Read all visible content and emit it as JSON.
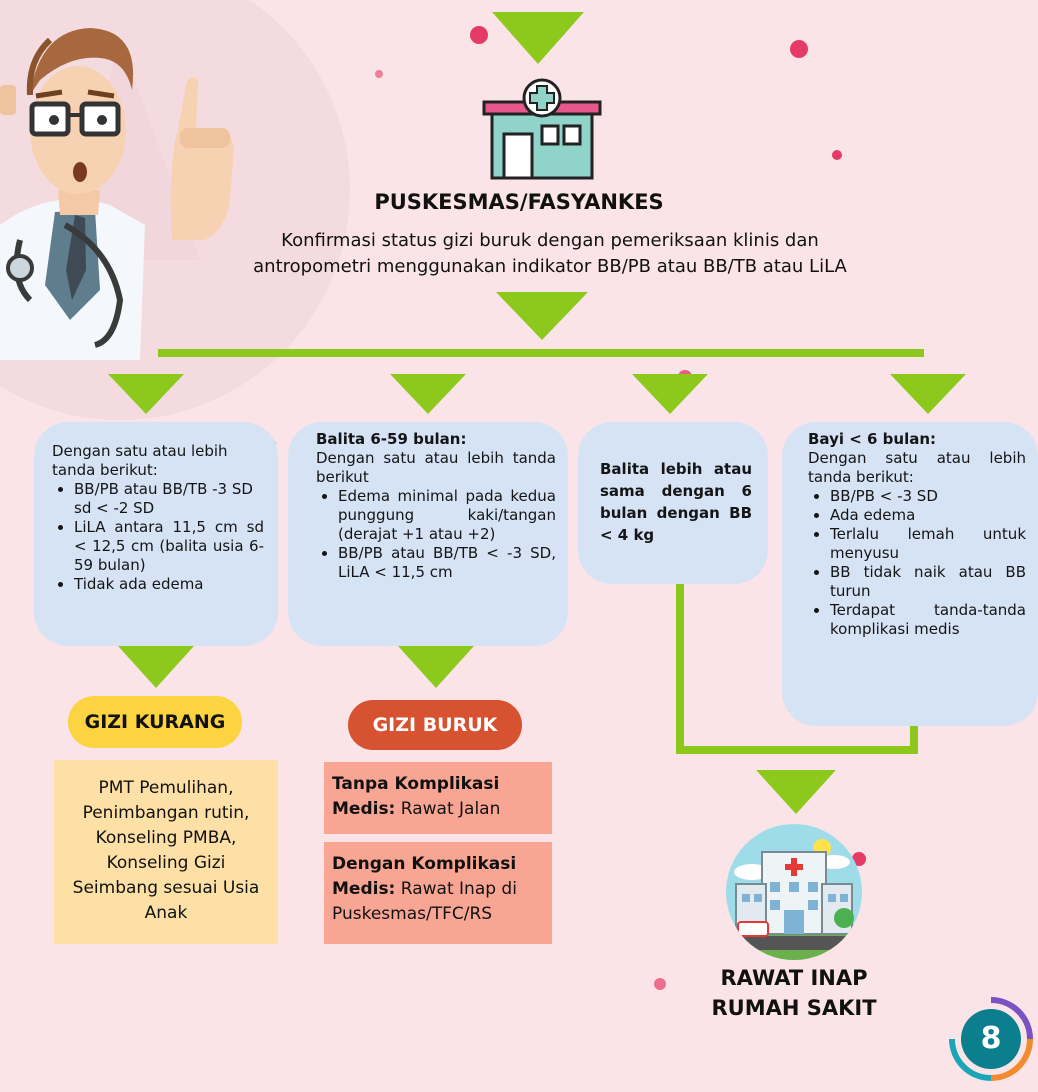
{
  "top": {
    "title": "PUSKESMAS/FASYANKES",
    "desc_line1": "Konfirmasi status gizi buruk dengan pemeriksaan klinis dan",
    "desc_line2": "antropometri menggunakan indikator BB/PB atau BB/TB atau LiLA"
  },
  "box1": {
    "intro1": "Dengan satu atau lebih",
    "intro2": "tanda berikut:",
    "items": [
      "BB/PB atau BB/TB -3 SD sd < -2 SD",
      "LiLA antara 11,5 cm sd < 12,5 cm (balita usia 6-59 bulan)",
      "Tidak ada edema"
    ]
  },
  "box2": {
    "title": "Balita 6-59 bulan:",
    "intro": "Dengan satu atau lebih tanda berikut",
    "items": [
      "Edema minimal pada kedua punggung kaki/tangan (derajat +1 atau +2)",
      "BB/PB atau BB/TB < -3 SD, LiLA < 11,5 cm"
    ]
  },
  "box3": {
    "text": "Balita lebih atau sama dengan 6 bulan dengan BB < 4 kg"
  },
  "box4": {
    "title": "Bayi < 6 bulan:",
    "intro": "Dengan satu atau lebih tanda berikut:",
    "items": [
      "BB/PB < -3 SD",
      "Ada edema",
      "Terlalu lemah untuk menyusu",
      "BB tidak naik atau BB turun",
      "Terdapat tanda-tanda komplikasi medis"
    ]
  },
  "gizi_kurang": {
    "label": "GIZI KURANG",
    "lines": [
      "PMT Pemulihan,",
      "Penimbangan rutin,",
      "Konseling PMBA,",
      "Konseling Gizi",
      "Seimbang sesuai Usia",
      "Anak"
    ]
  },
  "gizi_buruk": {
    "label": "GIZI BURUK",
    "tanpa_bold1": "Tanpa Komplikasi",
    "tanpa_bold2": "Medis:",
    "tanpa_rest": " Rawat Jalan",
    "dengan_bold1": "Dengan Komplikasi",
    "dengan_bold2": "Medis:",
    "dengan_rest": " Rawat Inap di",
    "dengan_line3": "Puskesmas/TFC/RS"
  },
  "rawat_inap": {
    "line1": "RAWAT INAP",
    "line2": "RUMAH SAKIT"
  },
  "page_number": "8",
  "colors": {
    "arrow_green": "#8dc91c",
    "box_blue": "#d5e3f5",
    "kurang_yellow": "#fcd340",
    "buruk_orange": "#d65231",
    "salmon": "#f8a593",
    "cream": "#fde0a6",
    "background": "#fbe4e7"
  }
}
